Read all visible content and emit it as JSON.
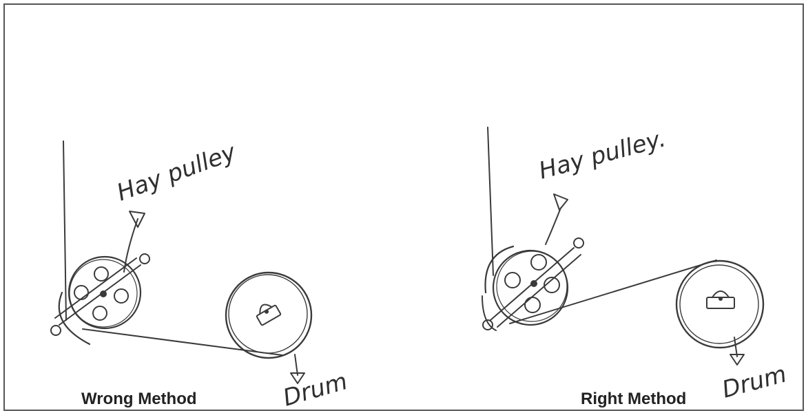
{
  "panels": [
    {
      "caption": "Wrong Method",
      "pulley_label": "Hay pulley",
      "drum_label": "Drum"
    },
    {
      "caption": "Right Method",
      "pulley_label": "Hay pulley.",
      "drum_label": "Drum"
    }
  ],
  "colors": {
    "ink": "#3a3a3a",
    "frame": "#555555",
    "background": "#ffffff"
  }
}
